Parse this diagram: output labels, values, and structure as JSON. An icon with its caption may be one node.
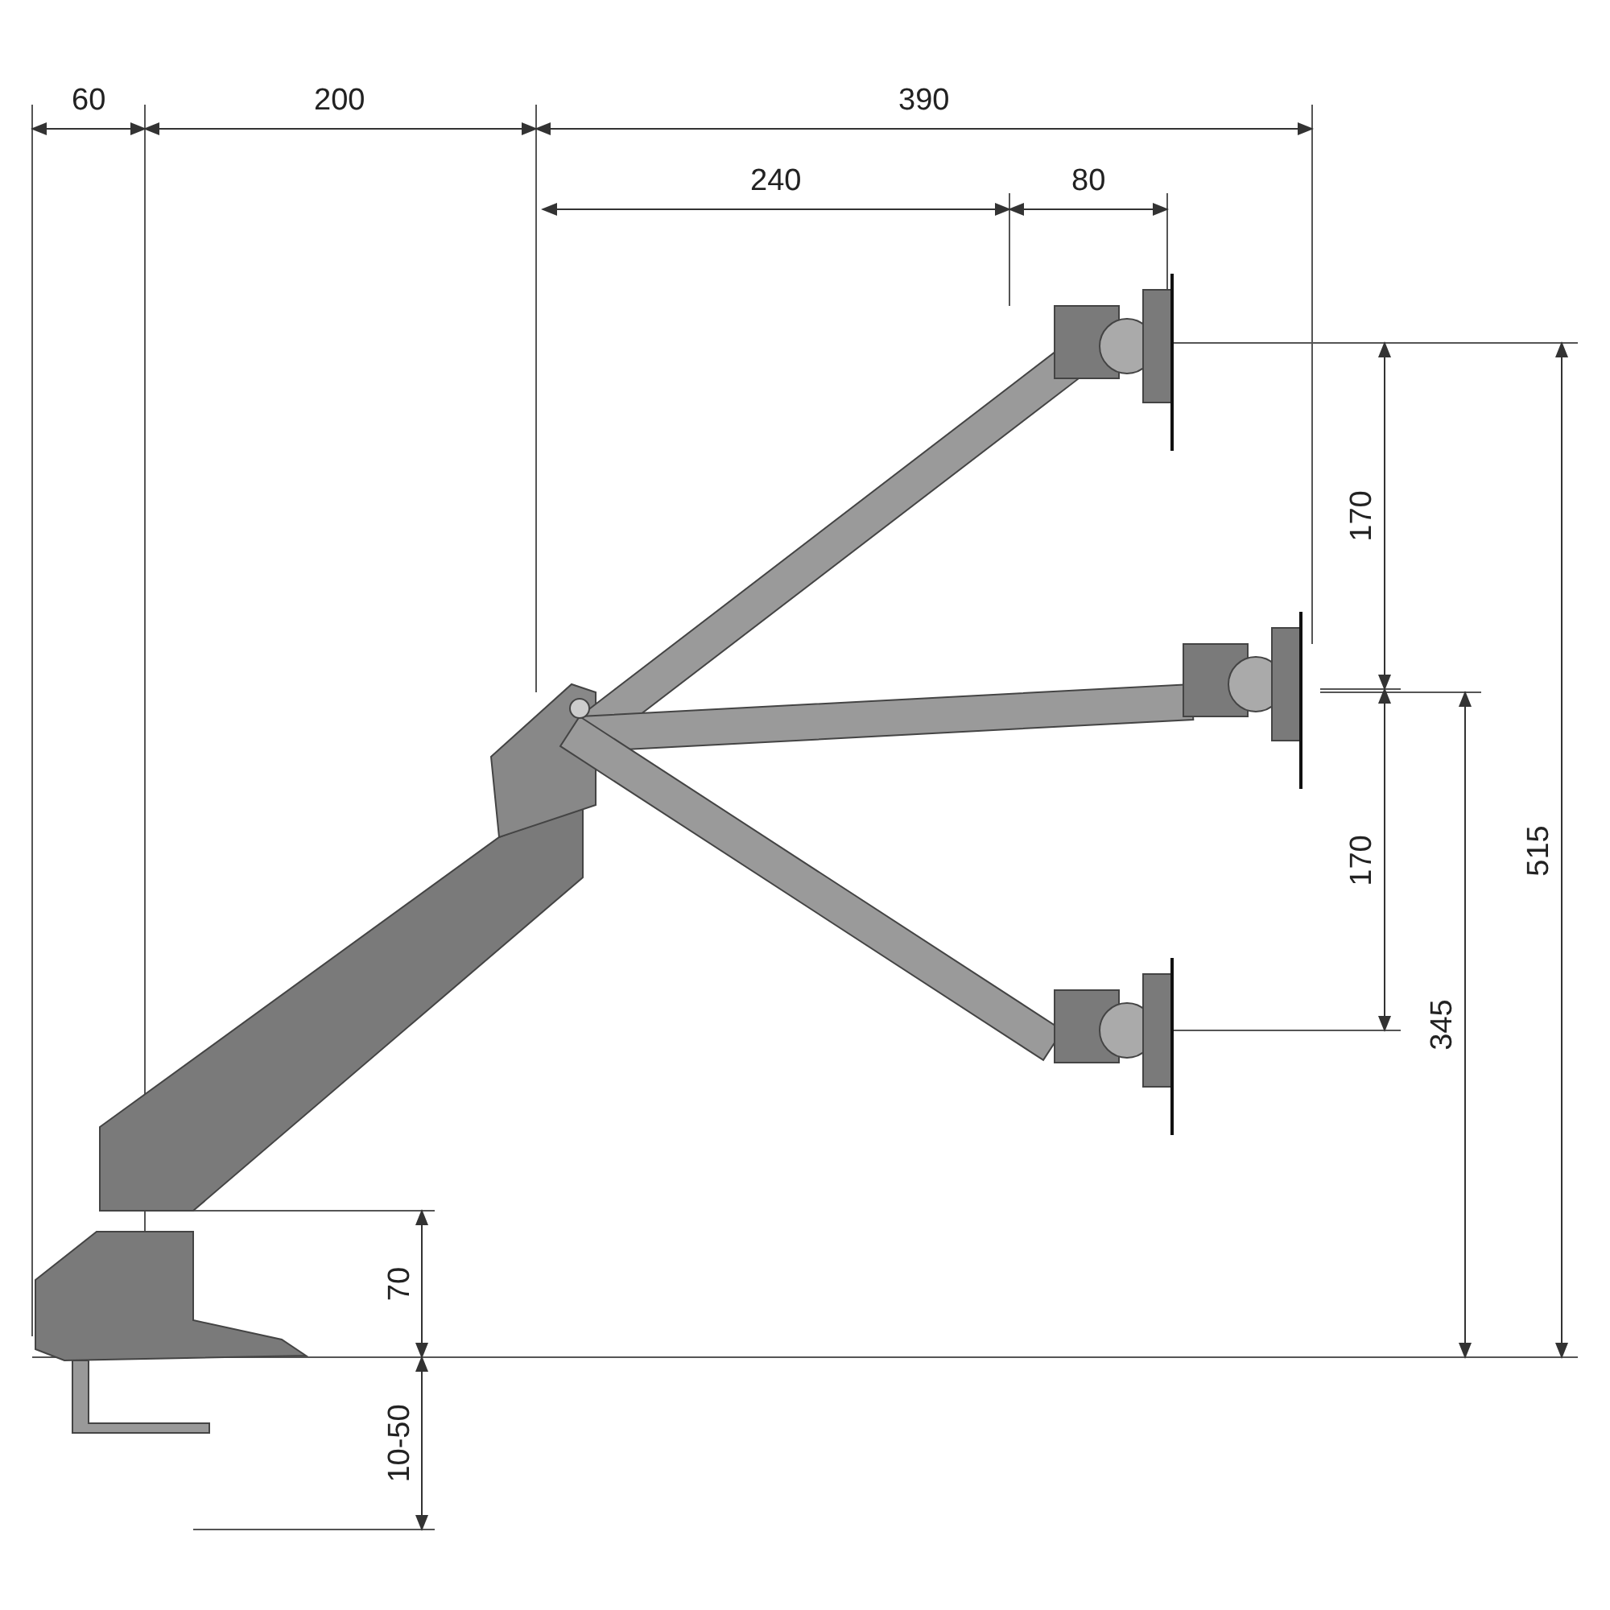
{
  "diagram": {
    "labels": [
      "60",
      "200",
      "390",
      "240",
      "80",
      "170",
      "170",
      "515",
      "345",
      "70",
      "10-50"
    ]
  }
}
